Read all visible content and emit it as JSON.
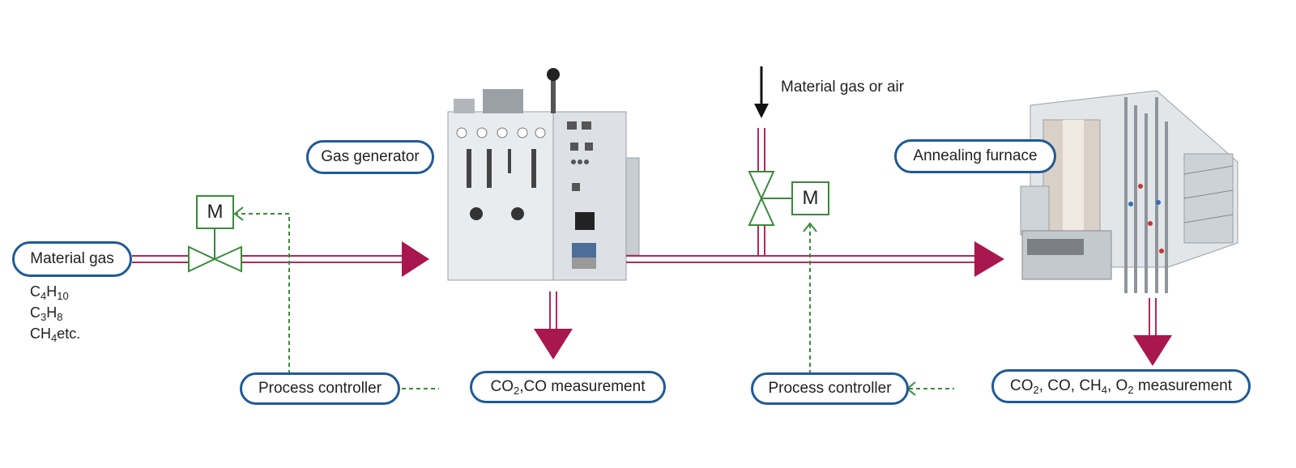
{
  "labels": {
    "material_gas": "Material gas",
    "gas_generator": "Gas generator",
    "material_gas_or_air": "Material gas or air",
    "annealing_furnace": "Annealing furnace",
    "process_controller_1": "Process controller",
    "process_controller_2": "Process controller",
    "motor_1": "M",
    "motor_2": "M"
  },
  "formulas": {
    "c4h10": {
      "a": "C",
      "a_sub": "4",
      "b": "H",
      "b_sub": "10",
      "tail": ""
    },
    "c3h8": {
      "a": "C",
      "a_sub": "3",
      "b": "H",
      "b_sub": "8",
      "tail": ""
    },
    "ch4": {
      "a": "CH",
      "a_sub": "4",
      "tail": "etc."
    }
  },
  "measurement_1": {
    "p1": "CO",
    "s1": "2",
    "p2": ",CO measurement"
  },
  "measurement_2": {
    "p1": "CO",
    "s1": "2",
    "p2": ", CO, CH",
    "s2": "4",
    "p3": ", O",
    "s3": "2",
    "p4": " measurement"
  },
  "colors": {
    "pipe": "#b5285a",
    "arrow": "#a8174f",
    "valve": "#3b8a3b",
    "dashed": "#3b8a3b",
    "pill_border": "#1f5a97"
  }
}
